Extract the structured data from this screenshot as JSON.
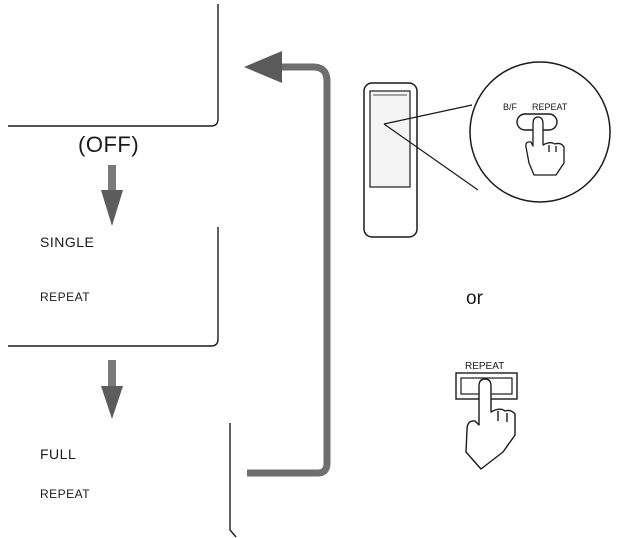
{
  "modes": {
    "off": "(OFF)",
    "single": {
      "line1": "SINGLE",
      "line2": "REPEAT"
    },
    "full": {
      "line1": "FULL",
      "line2": "REPEAT"
    }
  },
  "remote": {
    "button_label_left": "B/F",
    "button_label_right": "REPEAT"
  },
  "separator": "or",
  "unit_button": {
    "label": "REPEAT"
  },
  "icons": [
    "remote-control-icon",
    "pointing-hand-icon",
    "down-arrow-icon",
    "return-arrow-icon"
  ],
  "colors": {
    "ink": "#1a1a1a",
    "arrow": "#6f6f6f"
  }
}
